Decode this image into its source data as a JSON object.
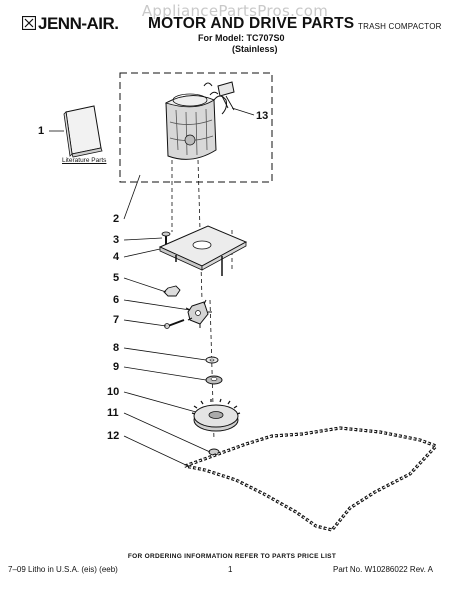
{
  "header": {
    "watermark": "AppliancePartsPros.com",
    "brand": "JENN-AIR.",
    "title": "MOTOR AND DRIVE PARTS",
    "model_line": "For Model: TC707S0",
    "variant": "(Stainless)",
    "category": "TRASH COMPACTOR"
  },
  "literature_label": "Literature Parts",
  "callouts": [
    "1",
    "2",
    "3",
    "4",
    "5",
    "6",
    "7",
    "8",
    "9",
    "10",
    "11",
    "12",
    "13"
  ],
  "footer": {
    "note": "FOR ORDERING INFORMATION REFER TO PARTS PRICE LIST",
    "left": "7–09 Litho in U.S.A. (eis) (eeb)",
    "page": "1",
    "right": "Part No. W10286022 Rev. A"
  }
}
